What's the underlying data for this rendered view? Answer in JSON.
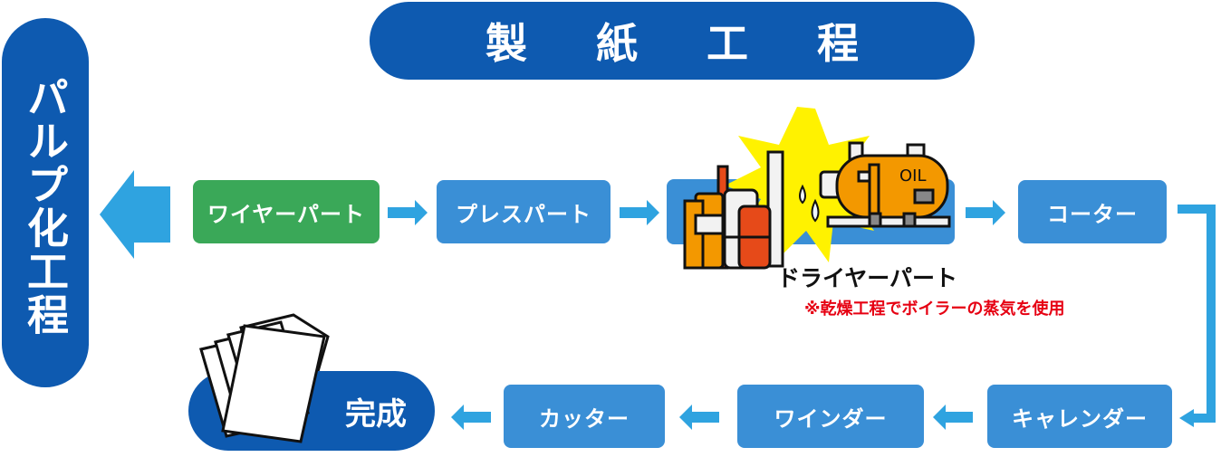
{
  "title": "製 紙 工 程",
  "side_label": "パルプ化工程",
  "steps": {
    "wire": "ワイヤーパート",
    "press": "プレスパート",
    "coater": "コーター",
    "calender": "キャレンダー",
    "winder": "ワインダー",
    "cutter": "カッター"
  },
  "dryer": {
    "label": "ドライヤーパート",
    "note": "※乾燥工程でボイラーの蒸気を使用",
    "tank_text": "OIL"
  },
  "done": "完成",
  "colors": {
    "dark_blue": "#0e5ab0",
    "step_blue": "#3a8fd6",
    "green": "#3aa858",
    "arrow": "#2fa3e0",
    "note_red": "#e60012",
    "burst": "#fff200",
    "orange": "#f39800"
  }
}
